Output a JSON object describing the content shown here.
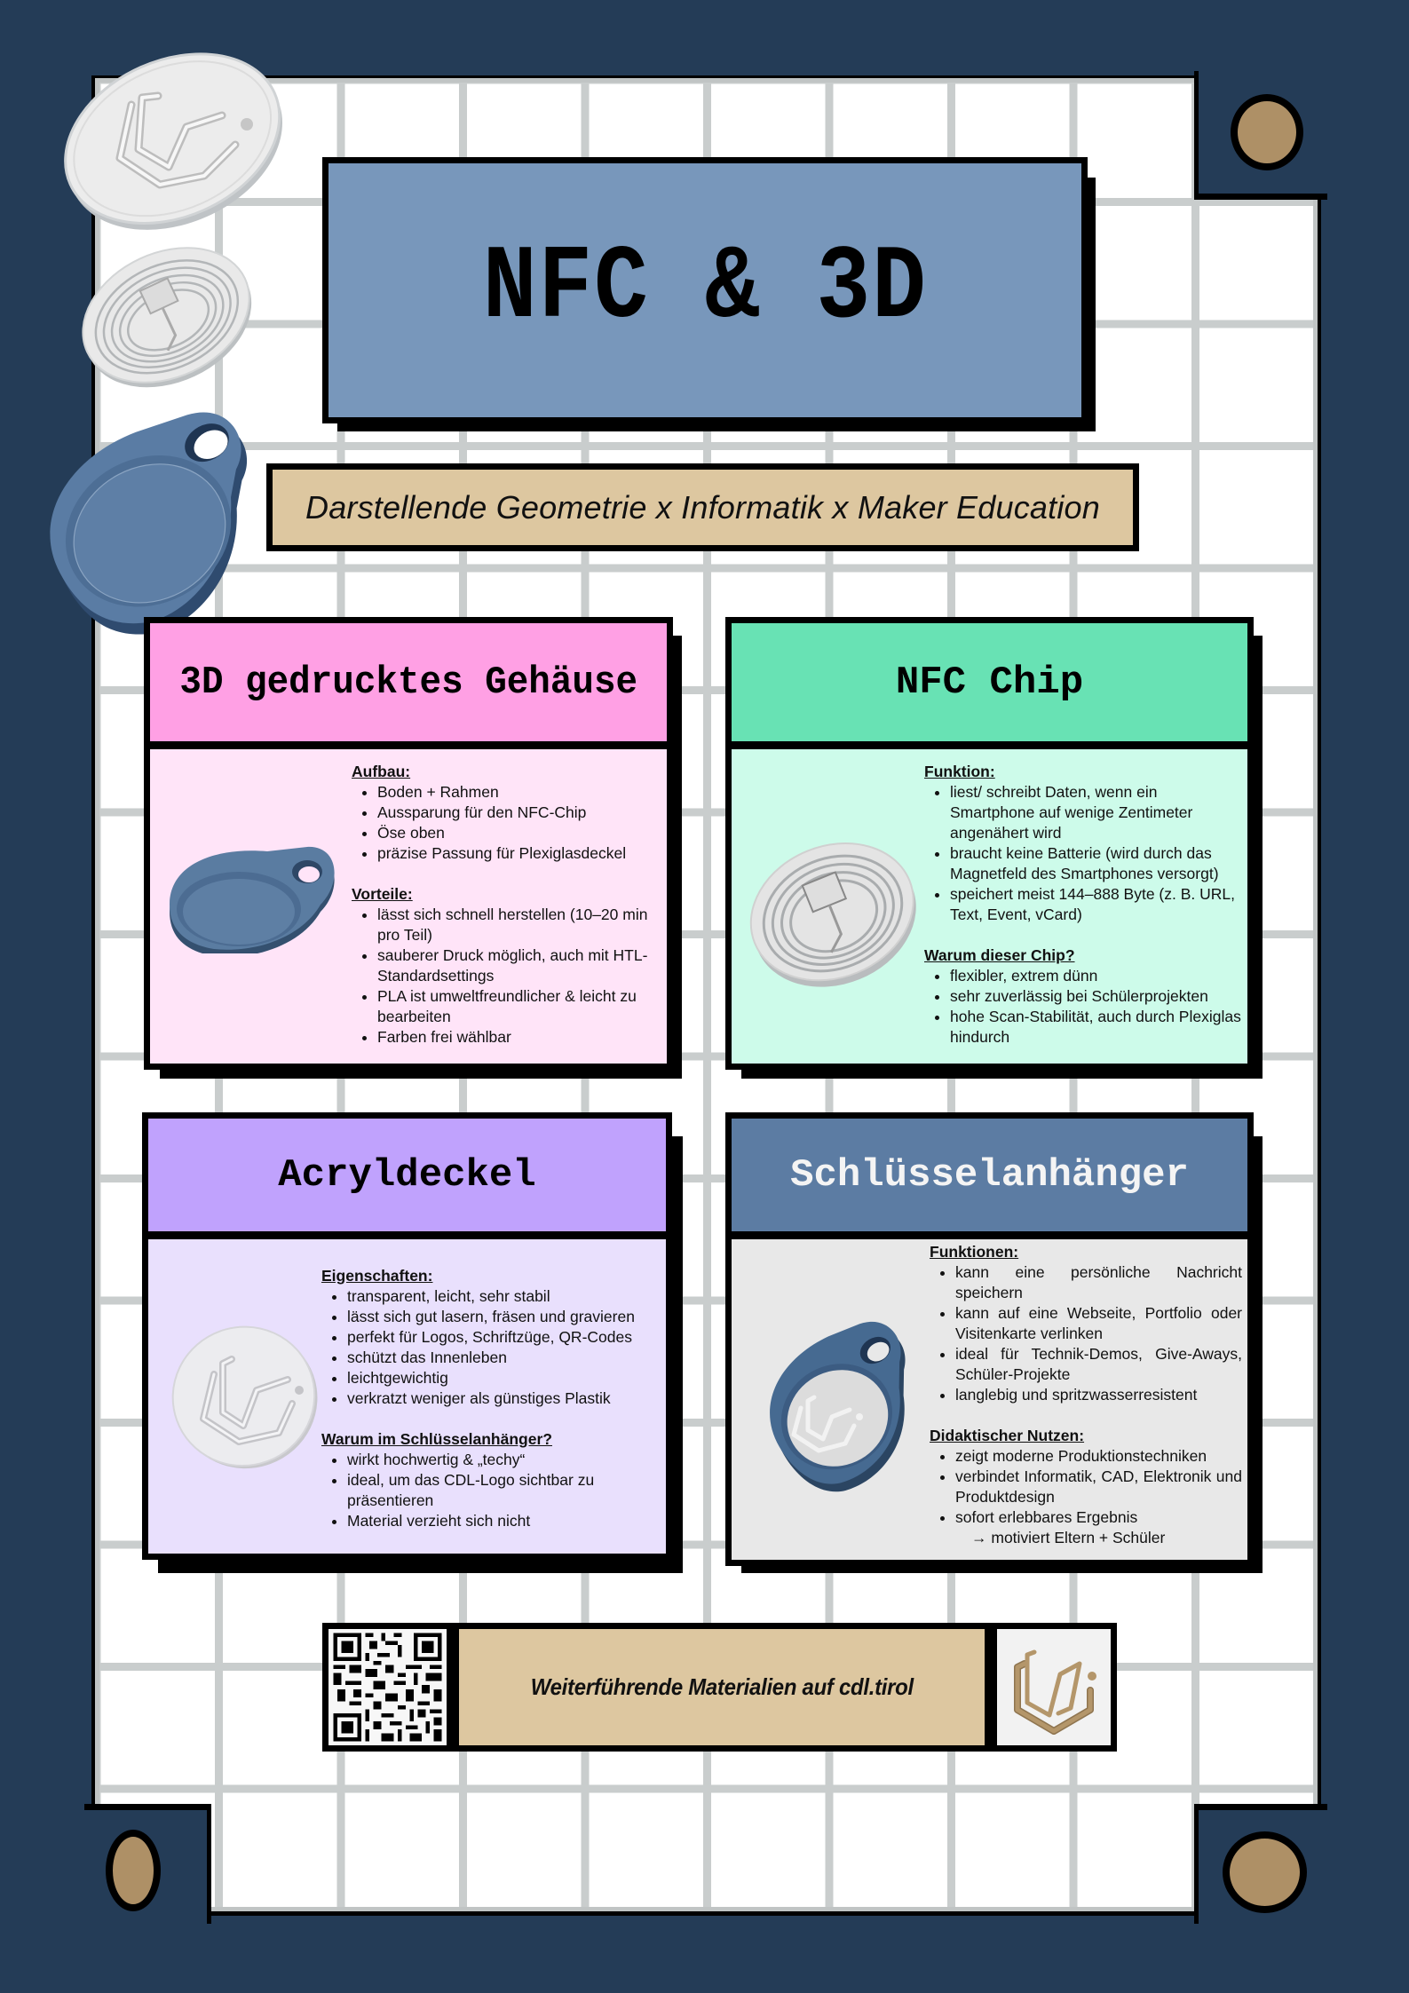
{
  "poster": {
    "title": "NFC & 3D",
    "subtitle": "Darstellende Geometrie x Informatik x Maker Education",
    "colors": {
      "background": "#243c57",
      "title_box": "#7897bb",
      "subtitle_box": "#ddc7a0",
      "accent_dot": "#ae9066",
      "grid_line": "#c9cdcd"
    },
    "decorations": {
      "top_left_images": [
        "acrylic-disc-with-logo",
        "nfc-chip-disc",
        "blue-3d-printed-keyfob-case"
      ],
      "corner_dots": [
        "top-right",
        "bottom-left",
        "bottom-right"
      ]
    }
  },
  "cards": [
    {
      "title": "3D gedrucktes Gehäuse",
      "header_color": "#ffa0e4",
      "body_color": "#ffe4f8",
      "image": "blue-keyfob-case",
      "sections": [
        {
          "heading": "Aufbau:",
          "items": [
            "Boden + Rahmen",
            "Aussparung für den NFC-Chip",
            "Öse oben",
            "präzise Passung für Plexiglasdeckel"
          ]
        },
        {
          "heading": "Vorteile:",
          "items": [
            "lässt sich schnell herstellen (10–20 min pro Teil)",
            "sauberer Druck möglich, auch mit HTL-Standardsettings",
            "PLA ist umweltfreundlicher & leicht zu bearbeiten",
            "Farben frei wählbar"
          ]
        }
      ]
    },
    {
      "title": "NFC Chip",
      "header_color": "#68e2b4",
      "body_color": "#cdfbea",
      "image": "nfc-chip-disc",
      "sections": [
        {
          "heading": "Funktion:",
          "items": [
            "liest/ schreibt Daten, wenn ein Smartphone auf wenige Zentimeter angenähert wird",
            "braucht keine Batterie (wird durch das Magnetfeld des Smartphones versorgt)",
            "speichert meist 144–888 Byte (z. B. URL, Text, Event, vCard)"
          ]
        },
        {
          "heading": "Warum dieser Chip?",
          "items": [
            "flexibler, extrem dünn",
            "sehr zuverlässig bei Schülerprojekten",
            "hohe Scan-Stabilität, auch durch Plexiglas hindurch"
          ]
        }
      ]
    },
    {
      "title": "Acryldeckel",
      "header_color": "#c0a2fd",
      "body_color": "#e9e0fd",
      "image": "acrylic-disc-with-logo",
      "sections": [
        {
          "heading": "Eigenschaften:",
          "items": [
            "transparent, leicht, sehr stabil",
            "lässt sich gut lasern, fräsen und gravieren",
            "perfekt für Logos, Schriftzüge, QR-Codes",
            "schützt das Innenleben",
            "leichtgewichtig",
            "verkratzt weniger als günstiges Plastik"
          ]
        },
        {
          "heading": "Warum im Schlüsselanhänger?",
          "items": [
            "wirkt hochwertig & „techy“",
            "ideal, um das CDL-Logo sichtbar zu präsentieren",
            "Material verzieht sich nicht"
          ]
        }
      ]
    },
    {
      "title": "Schlüsselanhänger",
      "header_color": "#5c7ca3",
      "title_color": "#f4f4f4",
      "body_color": "#e8e8e8",
      "image": "assembled-keyfob",
      "sections": [
        {
          "heading": "Funktionen:",
          "items": [
            "kann eine persönliche Nachricht speichern",
            "kann auf eine Webseite, Portfolio oder Visitenkarte verlinken",
            "ideal für Technik-Demos, Give-Aways, Schüler-Projekte",
            "langlebig und spritzwasserresistent"
          ]
        },
        {
          "heading": "Didaktischer Nutzen:",
          "items": [
            "zeigt moderne Produktionstechniken",
            "verbindet Informatik, CAD, Elektronik und Produktdesign",
            "sofort erlebbares Ergebnis"
          ],
          "arrow_item": "→ motiviert Eltern + Schüler"
        }
      ]
    }
  ],
  "footer": {
    "qr_code": "qr-code",
    "text": "Weiterführende Materialien auf cdl.tirol",
    "logo": "cdl-logo"
  }
}
